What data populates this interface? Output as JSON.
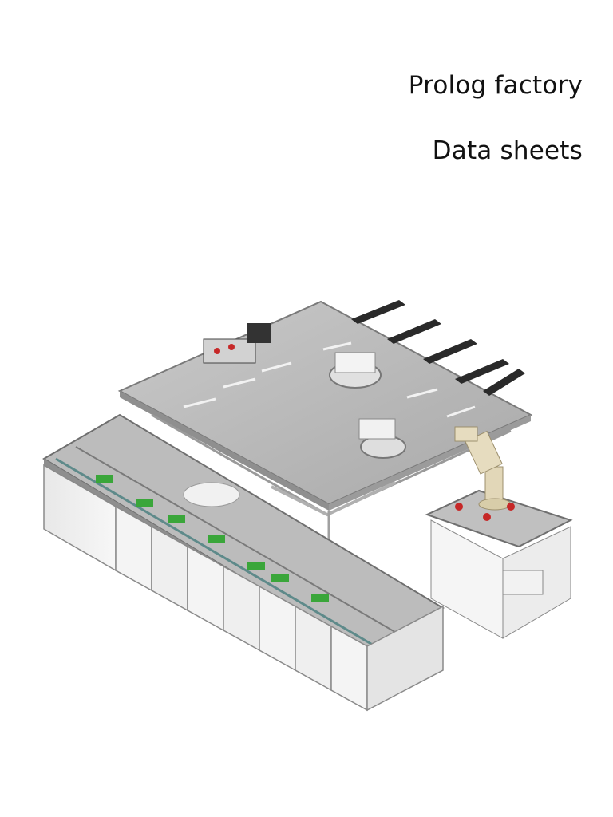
{
  "cover": {
    "title": "Prolog factory",
    "subtitle": "Data sheets"
  },
  "illustration": {
    "subject": "isometric view of a modular factory production line"
  }
}
